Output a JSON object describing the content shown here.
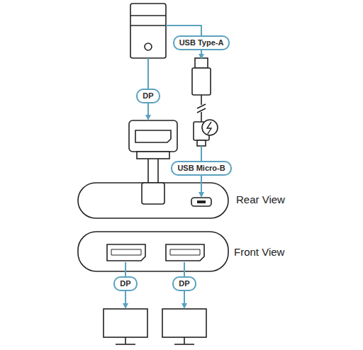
{
  "diagram": {
    "labels": [
      "USB Type-A",
      "DP",
      "USB Micro-B",
      "Rear View",
      "Front View",
      "DP",
      "DP"
    ]
  }
}
